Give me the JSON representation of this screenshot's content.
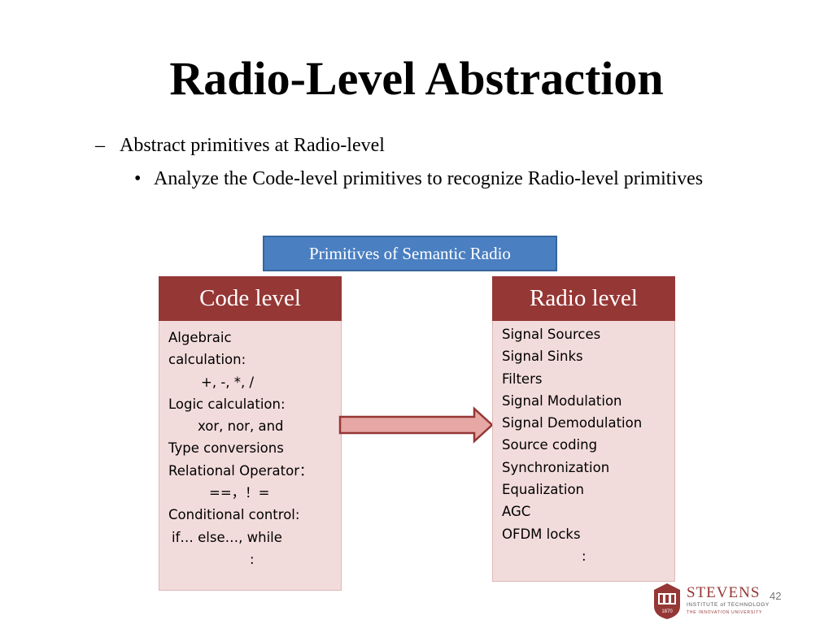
{
  "slide": {
    "title": "Radio-Level Abstraction",
    "bullet1": {
      "marker": "–",
      "text": "Abstract primitives at Radio-level"
    },
    "bullet2": {
      "marker": "•",
      "text": "Analyze the Code-level primitives to recognize Radio-level primitives"
    },
    "primitives_label": "Primitives of Semantic Radio"
  },
  "code_level": {
    "header": "Code level",
    "lines": [
      "Algebraic",
      "calculation:",
      "+, -, *, /",
      "Logic calculation:",
      "xor, nor, and",
      "Type conversions",
      "Relational Operator：",
      "==，！=",
      "Conditional control:",
      "if… else…, while",
      ":"
    ]
  },
  "radio_level": {
    "header": "Radio level",
    "lines": [
      "Signal Sources",
      "Signal Sinks",
      "Filters",
      "Signal Modulation",
      "Signal Demodulation",
      "Source coding",
      "Synchronization",
      "Equalization",
      "AGC",
      "OFDM locks",
      ":"
    ]
  },
  "colors": {
    "header_fill": "#953735",
    "panel_fill": "#f2dcdb",
    "label_fill": "#4a7fc1",
    "arrow_fill": "#e6a7a5",
    "arrow_stroke": "#953735"
  },
  "logo": {
    "name": "STEVENS",
    "line1": "INSTITUTE of TECHNOLOGY",
    "line2": "THE INNOVATION UNIVERSITY",
    "seal_year": "1870"
  },
  "page_number": "42"
}
